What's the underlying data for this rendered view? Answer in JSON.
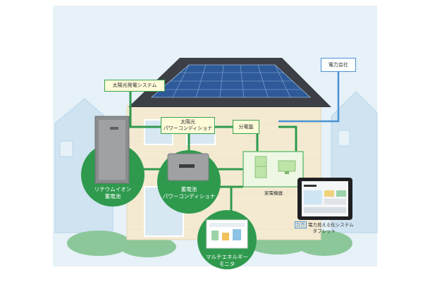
{
  "labels": {
    "solar_system": "太陽光発電システム",
    "pv_conditioner_line1": "太陽光",
    "pv_conditioner_line2": "パワーコンディショナ",
    "distribution_board": "分電盤",
    "power_company": "電力会社",
    "appliances": "家電機器",
    "lithium_battery": "リチウムイオン\n蓄電池",
    "battery_conditioner": "蓄電池\nパワーコンディショナ",
    "multi_energy_monitor": "マルチエネルギー\nモニタ",
    "tablet_tag": "別売",
    "tablet_line1": "電力見える化システム",
    "tablet_line2": "タブレット"
  },
  "colors": {
    "line_green": "#2f9a4e",
    "line_blue": "#4a93d3",
    "circle_green": "#2f9a4e",
    "label_fill": "#fffbd9"
  },
  "icons": [
    "solar-panel-icon",
    "battery-unit-icon",
    "power-conditioner-icon",
    "appliance-icon",
    "monitor-icon",
    "tablet-icon"
  ]
}
